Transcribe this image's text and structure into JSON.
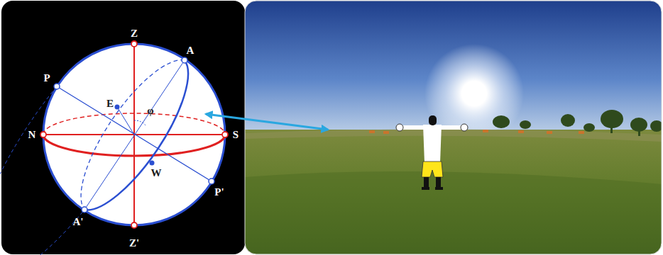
{
  "diagram": {
    "labels": [
      "Z",
      "P",
      "A",
      "E",
      "φ",
      "N",
      "S",
      "W",
      "P'",
      "A'",
      "Z'"
    ]
  }
}
